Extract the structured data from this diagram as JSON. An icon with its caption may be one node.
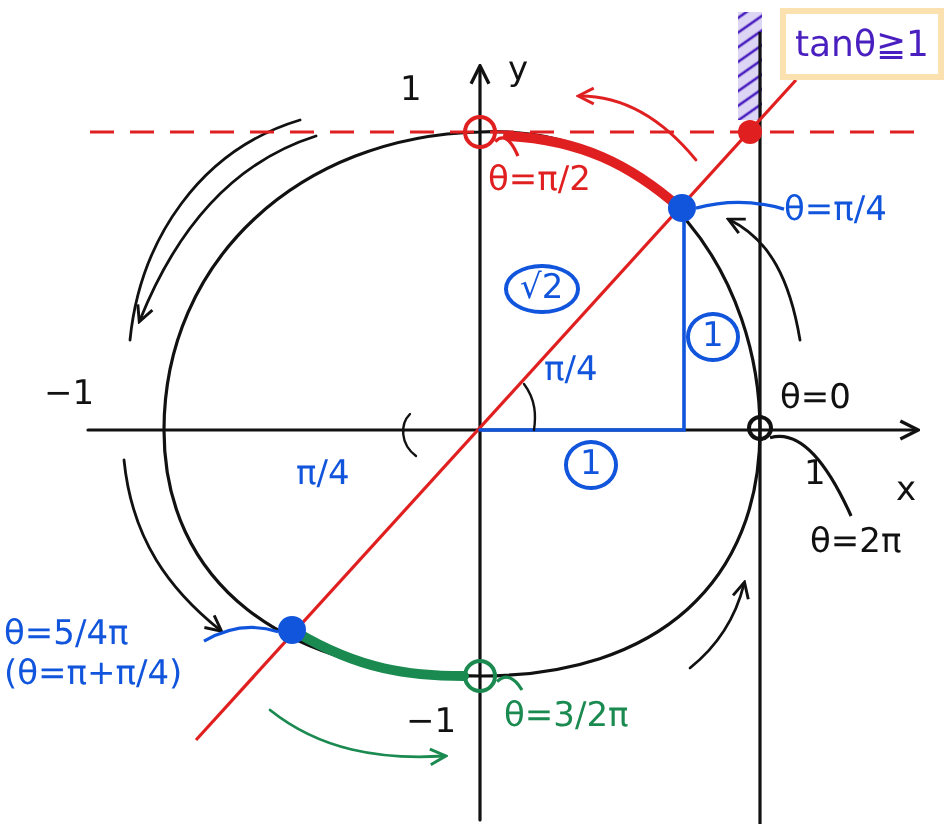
{
  "diagram": {
    "nodes": [
      {
        "text": [
          "tanθ≧1"
        ]
      },
      {
        "text": [
          "θ=π/2"
        ]
      },
      {
        "text": [],
        "shape": "circle"
      },
      {
        "text": [
          "θ=π/4"
        ]
      },
      {
        "text": [],
        "shape": "circle"
      },
      {
        "text": [
          "θ=5/4π",
          "(θ=π+π/4)"
        ]
      },
      {
        "text": [],
        "shape": "circle"
      },
      {
        "text": [
          "θ=3/2π"
        ]
      },
      {
        "text": [],
        "shape": "circle"
      },
      {
        "text": [
          "θ=2π"
        ]
      },
      {
        "text": [],
        "shape": "circle"
      }
    ],
    "edges": [
      {
        "from": 1,
        "to": 2,
        "arrow": "none",
        "color": "#e02020"
      },
      {
        "from": 3,
        "to": 4,
        "arrow": "none"
      },
      {
        "from": 5,
        "to": 6,
        "arrow": "none"
      },
      {
        "from": 7,
        "to": 8,
        "arrow": "none",
        "color": "#1a8a50"
      },
      {
        "from": 9,
        "to": 10,
        "arrow": "none",
        "color": "#111111"
      }
    ],
    "labels": [
      "1",
      "y",
      "√2",
      "1",
      "π/4",
      "−1",
      "θ=0",
      "π/4",
      "1",
      "1",
      "x",
      "−1"
    ]
  }
}
